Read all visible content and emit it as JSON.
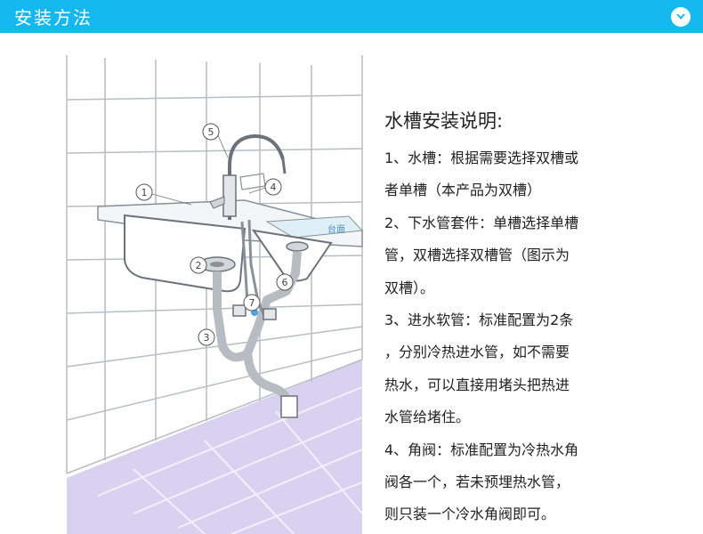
{
  "header": {
    "title": "安装方法",
    "badge_icon": "chevron-down-circle-icon",
    "background_color": "#15b7ef"
  },
  "illustration": {
    "labels": [
      "1",
      "2",
      "3",
      "4",
      "5",
      "6",
      "7"
    ],
    "countertop_label": "台面",
    "floor_color": "#d9d1f0",
    "tile_line_color": "#b8bcc4"
  },
  "instructions": {
    "title": "水槽安装说明:",
    "lines": [
      "1、水槽：根据需要选择双槽或",
      "者单槽（本产品为双槽）",
      "2、下水管套件：单槽选择单槽",
      "管，双槽选择双槽管（图示为",
      "双槽）。",
      "3、进水软管：标准配置为2条",
      "，分别冷热进水管，如不需要",
      "热水，可以直接用堵头把热进",
      "水管给堵住。",
      "4、角阀：标准配置为冷热水角",
      "阀各一个，若未预埋热水管，",
      "则只装一个冷水角阀即可。"
    ]
  }
}
